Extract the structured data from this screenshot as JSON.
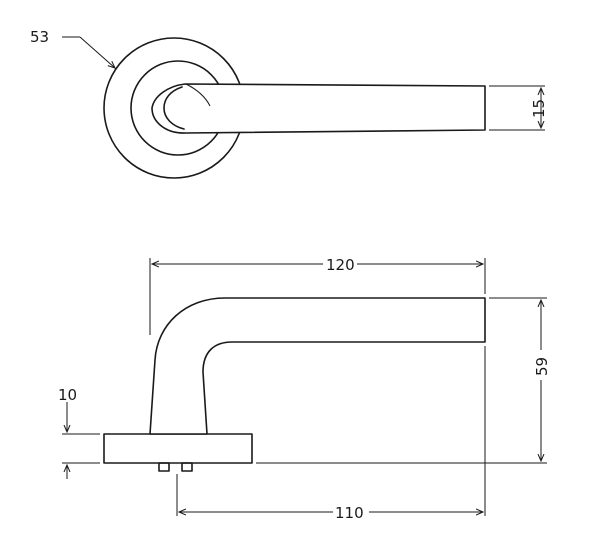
{
  "drawing": {
    "dimensions": {
      "rose_diameter": "53",
      "handle_thickness": "15",
      "handle_length": "120",
      "handle_height": "59",
      "rose_thickness": "10",
      "handle_projection": "110"
    }
  }
}
